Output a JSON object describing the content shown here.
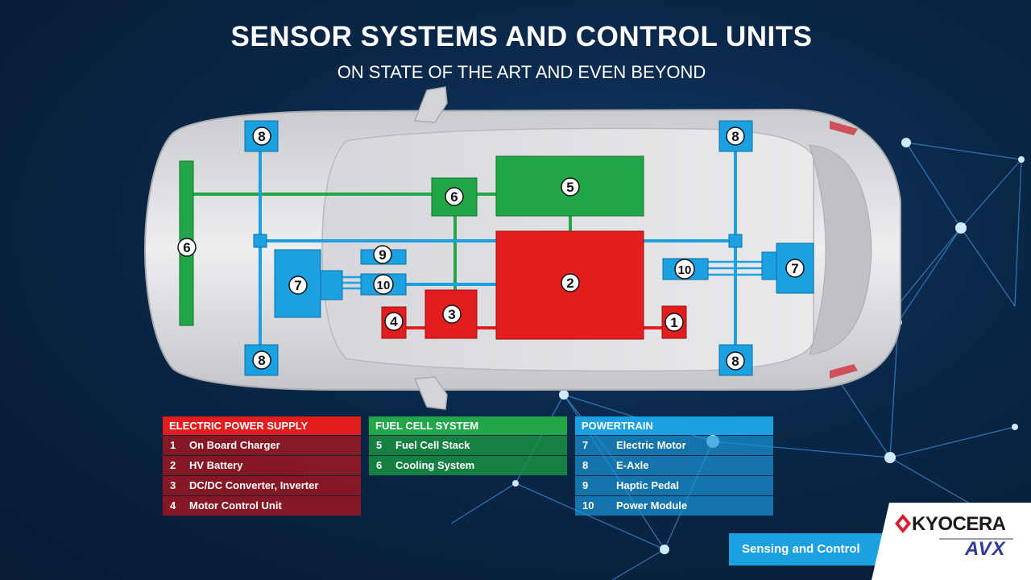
{
  "header": {
    "title": "SENSOR SYSTEMS AND CONTROL UNITS",
    "subtitle": "ON STATE OF THE ART AND EVEN BEYOND"
  },
  "diagram": {
    "nodes": [
      {
        "label": "8"
      },
      {
        "label": "8"
      },
      {
        "label": "8"
      },
      {
        "label": "8"
      },
      {
        "label": "6"
      },
      {
        "label": "6"
      },
      {
        "label": "5"
      },
      {
        "label": "9"
      },
      {
        "label": "7"
      },
      {
        "label": "10"
      },
      {
        "label": "2"
      },
      {
        "label": "4"
      },
      {
        "label": "3"
      },
      {
        "label": "1"
      },
      {
        "label": "10"
      },
      {
        "label": "7"
      }
    ]
  },
  "legend": {
    "electric": {
      "title": "ELECTRIC POWER SUPPLY",
      "color": "#e31d1d",
      "items": [
        {
          "num": "1",
          "label": "On Board Charger"
        },
        {
          "num": "2",
          "label": "HV Battery"
        },
        {
          "num": "3",
          "label": "DC/DC Converter, Inverter"
        },
        {
          "num": "4",
          "label": "Motor Control Unit"
        }
      ]
    },
    "fuel": {
      "title": "FUEL CELL SYSTEM",
      "color": "#22a64a",
      "items": [
        {
          "num": "5",
          "label": "Fuel Cell Stack"
        },
        {
          "num": "6",
          "label": "Cooling System"
        }
      ]
    },
    "powertrain": {
      "title": "POWERTRAIN",
      "color": "#1ba1e2",
      "items": [
        {
          "num": "7",
          "label": "Electric Motor"
        },
        {
          "num": "8",
          "label": "E-Axle"
        },
        {
          "num": "9",
          "label": "Haptic Pedal"
        },
        {
          "num": "10",
          "label": "Power Module"
        }
      ]
    }
  },
  "footer": {
    "badge": "Sensing and Control",
    "brand": "KYOCERA",
    "sub_brand": "AVX"
  }
}
